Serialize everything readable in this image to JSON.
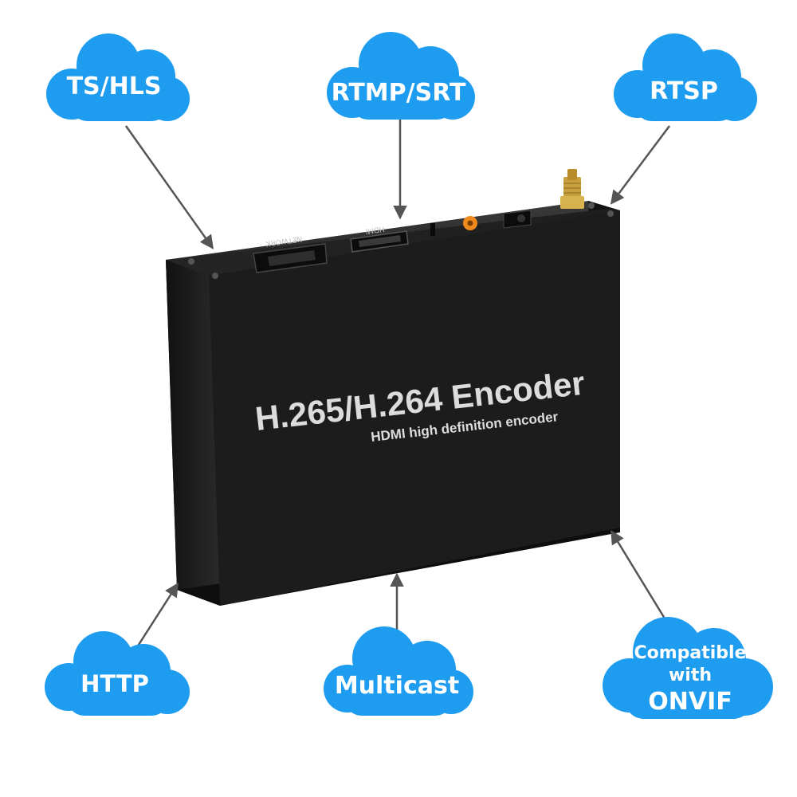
{
  "clouds": {
    "ts_hls": "TS/HLS",
    "rtmp_srt": "RTMP/SRT",
    "rtsp": "RTSP",
    "http": "HTTP",
    "multicast": "Multicast",
    "onvif_line1": "Compatible",
    "onvif_line2": "with",
    "onvif_line3": "ONVIF"
  },
  "device": {
    "title": "H.265/H.264 Encoder",
    "subtitle": "HDMI high definition encoder",
    "port_network": "NETWORK",
    "port_hdmi": "HDMI"
  },
  "colors": {
    "cloud": "#1e9cf0",
    "device_face": "#1f1f1f",
    "arrow": "#555555"
  }
}
